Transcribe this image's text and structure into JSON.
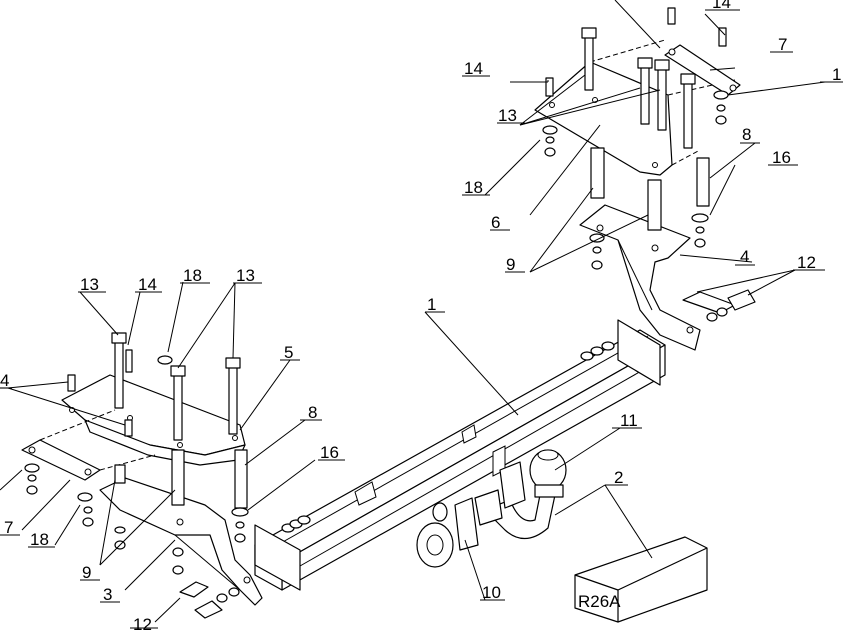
{
  "callouts": [
    {
      "id": "c1a",
      "text": "1"
    },
    {
      "id": "c1b",
      "text": "1"
    },
    {
      "id": "c2",
      "text": "2"
    },
    {
      "id": "c3",
      "text": "3"
    },
    {
      "id": "c4a",
      "text": "4"
    },
    {
      "id": "c4b",
      "text": "4"
    },
    {
      "id": "c5",
      "text": "5"
    },
    {
      "id": "c6",
      "text": "6"
    },
    {
      "id": "c7a",
      "text": "7"
    },
    {
      "id": "c7b",
      "text": "7"
    },
    {
      "id": "c8a",
      "text": "8"
    },
    {
      "id": "c8b",
      "text": "8"
    },
    {
      "id": "c9a",
      "text": "9"
    },
    {
      "id": "c9b",
      "text": "9"
    },
    {
      "id": "c10",
      "text": "10"
    },
    {
      "id": "c11",
      "text": "11"
    },
    {
      "id": "c12a",
      "text": "12"
    },
    {
      "id": "c12b",
      "text": "12"
    },
    {
      "id": "c13a",
      "text": "13"
    },
    {
      "id": "c13b",
      "text": "13"
    },
    {
      "id": "c13c",
      "text": "13"
    },
    {
      "id": "c14a",
      "text": "14"
    },
    {
      "id": "c14b",
      "text": "14"
    },
    {
      "id": "c14c",
      "text": "14"
    },
    {
      "id": "c16a",
      "text": "16"
    },
    {
      "id": "c16b",
      "text": "16"
    },
    {
      "id": "c18a",
      "text": "18"
    },
    {
      "id": "c18b",
      "text": "18"
    },
    {
      "id": "c18c",
      "text": "18"
    }
  ],
  "box_label": "R26A"
}
